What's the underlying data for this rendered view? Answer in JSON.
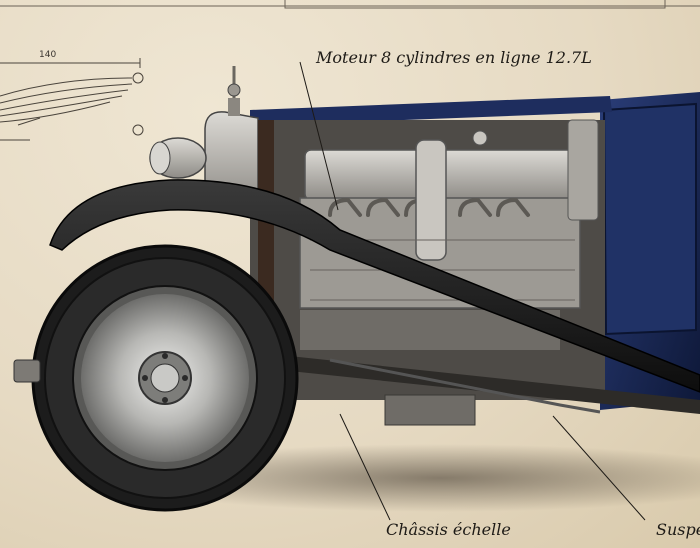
{
  "callouts": {
    "engine": "Moteur 8 cylindres en ligne 12.7L",
    "chassis": "Châssis échelle",
    "suspension": "Susper"
  },
  "dimension": {
    "spring_length": "140"
  },
  "colors": {
    "paper": "#e7dcc6",
    "body_blue": "#1b2a57",
    "fender_black": "#141414",
    "engine_metal": "#b9b6b0",
    "ink": "#1d1a16"
  }
}
